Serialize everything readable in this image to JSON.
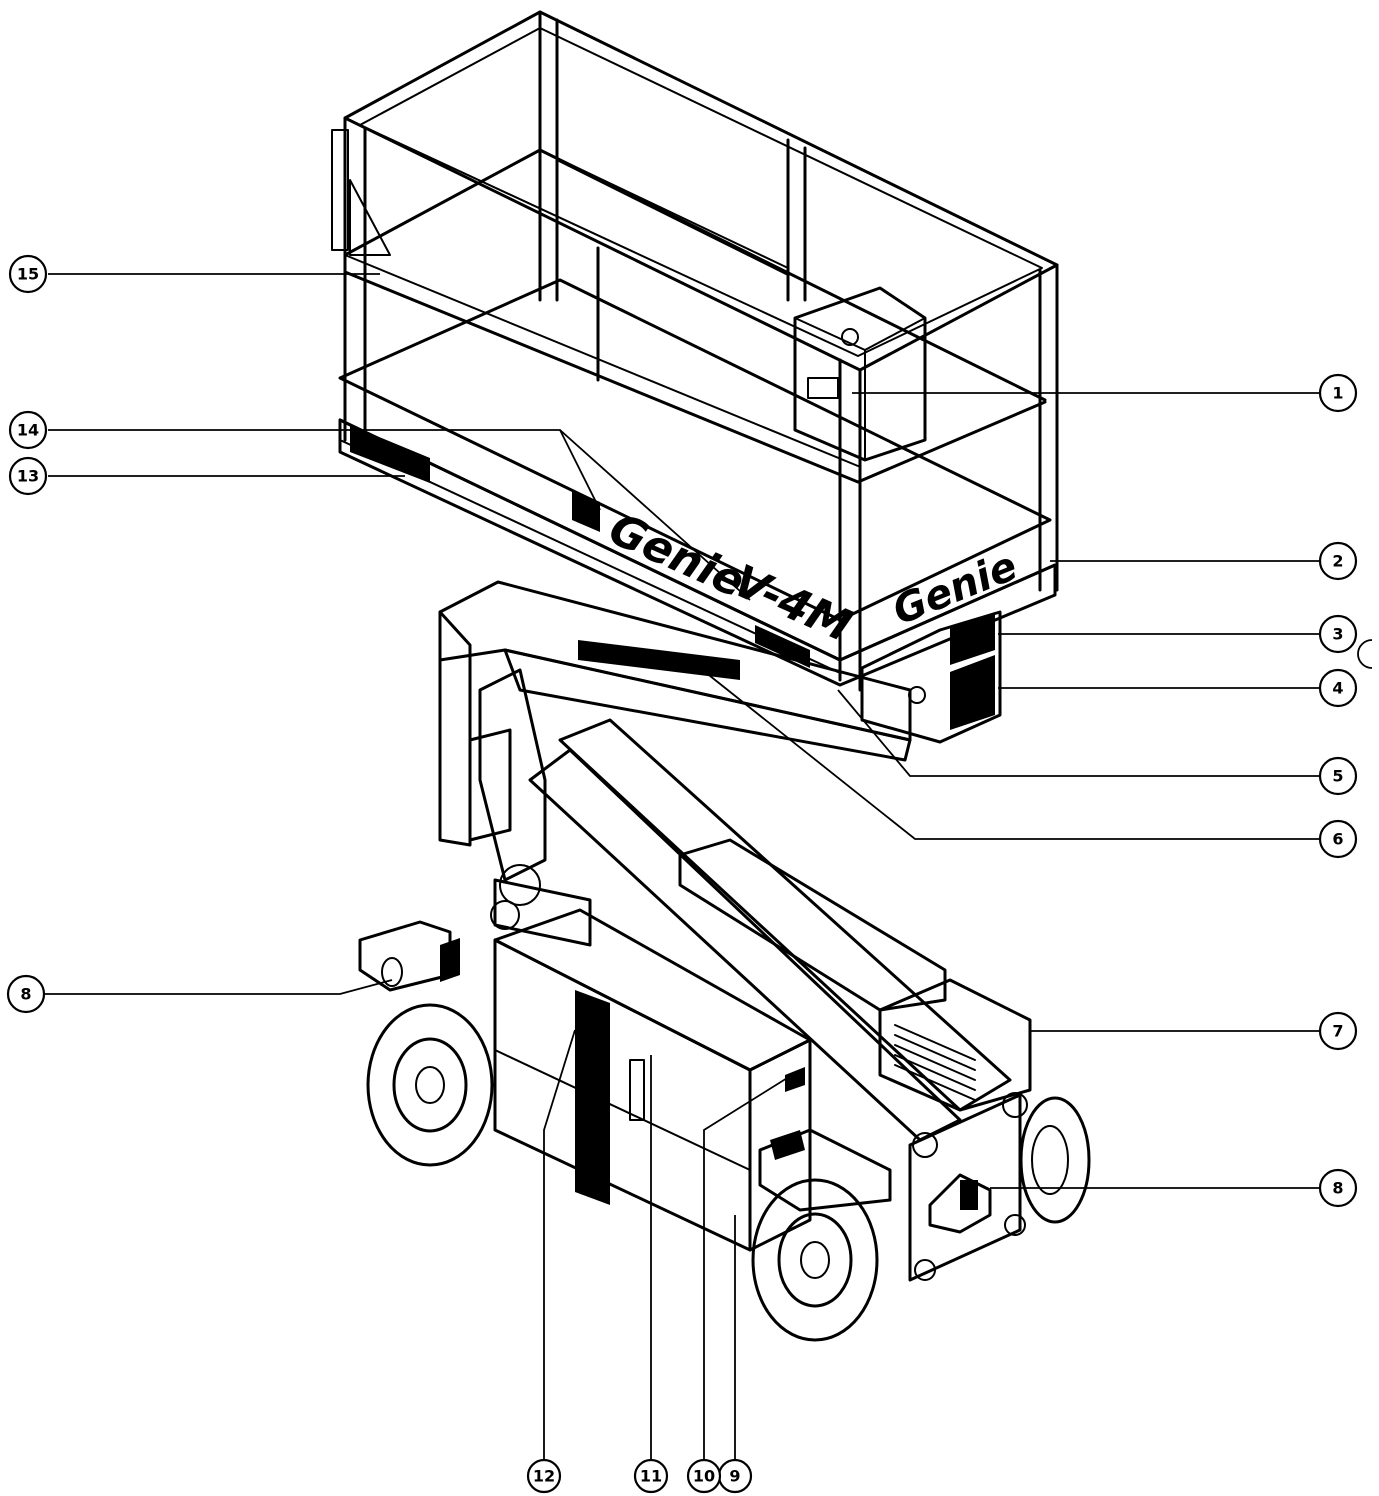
{
  "callouts": [
    {
      "id": "c1",
      "label": "1"
    },
    {
      "id": "c2",
      "label": "2"
    },
    {
      "id": "c3",
      "label": "3"
    },
    {
      "id": "c4",
      "label": "4"
    },
    {
      "id": "c5",
      "label": "5"
    },
    {
      "id": "c6",
      "label": "6"
    },
    {
      "id": "c7",
      "label": "7"
    },
    {
      "id": "c8r",
      "label": "8"
    },
    {
      "id": "c8l",
      "label": "8"
    },
    {
      "id": "c9",
      "label": "9"
    },
    {
      "id": "c10",
      "label": "10"
    },
    {
      "id": "c11",
      "label": "11"
    },
    {
      "id": "c12",
      "label": "12"
    },
    {
      "id": "c13",
      "label": "13"
    },
    {
      "id": "c14",
      "label": "14"
    },
    {
      "id": "c15",
      "label": "15"
    }
  ],
  "decals": {
    "platform_brand": "Genie",
    "platform_model": "V-4M",
    "end_brand": "Genie"
  }
}
